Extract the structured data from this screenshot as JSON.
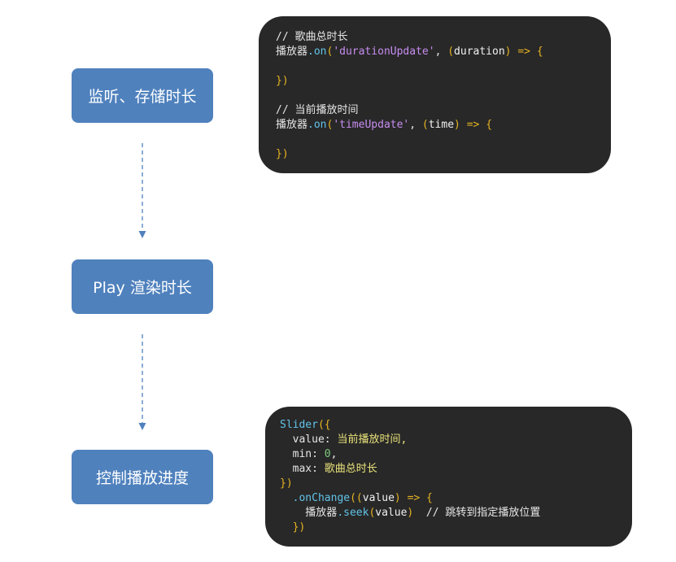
{
  "steps": [
    "监听、存储时长",
    "Play 渲染时长",
    "控制播放进度"
  ],
  "code_blocks": [
    {
      "name": "duration-listener-code",
      "lines": [
        [
          [
            "c-def",
            "// 歌曲总时长"
          ]
        ],
        [
          [
            "c-def",
            "播放器"
          ],
          [
            "c-fn",
            ".on"
          ],
          [
            "c-pun",
            "("
          ],
          [
            "c-str",
            "'durationUpdate'"
          ],
          [
            "c-def",
            ", "
          ],
          [
            "c-pun",
            "("
          ],
          [
            "c-arg",
            "duration"
          ],
          [
            "c-pun",
            ")"
          ],
          [
            "c-def",
            " "
          ],
          [
            "c-pun",
            "=>"
          ],
          [
            "c-def",
            " "
          ],
          [
            "c-pun",
            "{"
          ]
        ],
        [],
        [
          [
            "c-pun",
            "})"
          ]
        ],
        [],
        [
          [
            "c-def",
            "// 当前播放时间"
          ]
        ],
        [
          [
            "c-def",
            "播放器"
          ],
          [
            "c-fn",
            ".on"
          ],
          [
            "c-pun",
            "("
          ],
          [
            "c-str",
            "'timeUpdate'"
          ],
          [
            "c-def",
            ", "
          ],
          [
            "c-pun",
            "("
          ],
          [
            "c-arg",
            "time"
          ],
          [
            "c-pun",
            ")"
          ],
          [
            "c-def",
            " "
          ],
          [
            "c-pun",
            "=>"
          ],
          [
            "c-def",
            " "
          ],
          [
            "c-pun",
            "{"
          ]
        ],
        [],
        [
          [
            "c-pun",
            "})"
          ]
        ]
      ]
    },
    {
      "name": "slider-code",
      "lines": [
        [
          [
            "c-fn",
            "Slider"
          ],
          [
            "c-pun",
            "({"
          ]
        ],
        [
          [
            "c-def",
            "  value: "
          ],
          [
            "c-val",
            "当前播放时间,"
          ]
        ],
        [
          [
            "c-def",
            "  min: "
          ],
          [
            "c-num",
            "0"
          ],
          [
            "c-def",
            ","
          ]
        ],
        [
          [
            "c-def",
            "  max: "
          ],
          [
            "c-val",
            "歌曲总时长"
          ]
        ],
        [
          [
            "c-pun",
            "})"
          ]
        ],
        [
          [
            "c-def",
            "  "
          ],
          [
            "c-fn",
            ".onChange"
          ],
          [
            "c-pun",
            "(("
          ],
          [
            "c-arg",
            "value"
          ],
          [
            "c-pun",
            ")"
          ],
          [
            "c-def",
            " "
          ],
          [
            "c-pun",
            "=>"
          ],
          [
            "c-def",
            " "
          ],
          [
            "c-pun",
            "{"
          ]
        ],
        [
          [
            "c-def",
            "    播放器"
          ],
          [
            "c-fn",
            ".seek"
          ],
          [
            "c-pun",
            "("
          ],
          [
            "c-arg",
            "value"
          ],
          [
            "c-pun",
            ")"
          ],
          [
            "c-def",
            "  // 跳转到指定播放位置"
          ]
        ],
        [
          [
            "c-def",
            "  "
          ],
          [
            "c-pun",
            "})"
          ]
        ]
      ]
    }
  ],
  "colors": {
    "step_fill": "#4f81bd",
    "connector": "#4f81bd",
    "code_bg": "#282828"
  }
}
